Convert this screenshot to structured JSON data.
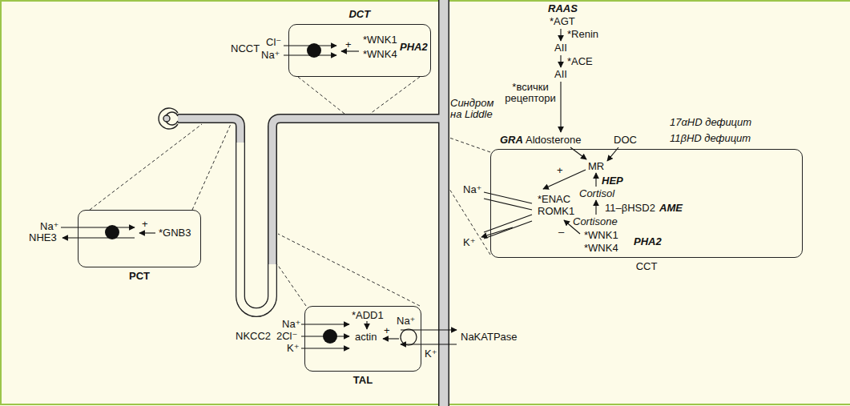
{
  "diagram": {
    "nodes": [
      {
        "text": [
          "DCT",
          "+",
          "*WNK1",
          "*WNK4",
          "PHA2"
        ]
      },
      {
        "text": [
          "CCT",
          "MR",
          "+",
          "HEP",
          "Cortisol",
          "11–βHSD2",
          "AME",
          "Cortisone",
          "*ENAC",
          "ROMK1",
          "–",
          "*WNK1",
          "*WNK4",
          "PHA2"
        ]
      },
      {
        "text": [
          "PCT",
          "+",
          "*GNB3"
        ]
      },
      {
        "text": [
          "TAL",
          "*ADD1",
          "actin",
          "Na⁺",
          "+"
        ]
      }
    ],
    "labels": [
      "RAAS",
      "*AGT",
      "*Renin",
      "AII",
      "*ACE",
      "AII",
      "*всички рецептори",
      "GRA",
      "Aldosterone",
      "DOC",
      "17αHD дефицит",
      "11βHD дефицит",
      "Синдром на Liddle",
      "NCCT",
      "Cl⁻",
      "Na⁺",
      "Na⁺",
      "K⁺",
      "NHE3",
      "Na⁺",
      "NKCC2",
      "Na⁺",
      "2Cl⁻",
      "K⁺",
      "NaKATPase",
      "K⁺"
    ]
  }
}
